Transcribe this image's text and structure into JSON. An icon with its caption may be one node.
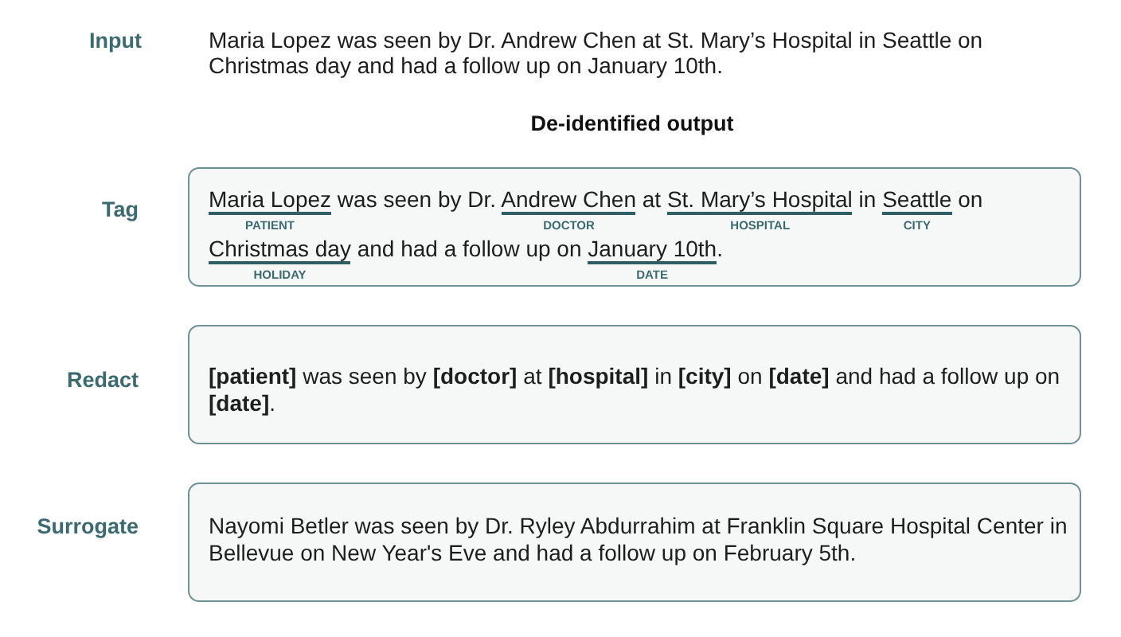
{
  "diagram": {
    "nodes": [
      {
        "text": [
          "Tag",
          "Maria Lopez was seen by Dr. Andrew Chen at St. Mary’s Hospital in Seattle on Christmas day and had a follow up on January 10th.",
          "PATIENT",
          "DOCTOR",
          "HOSPITAL",
          "CITY",
          "HOLIDAY",
          "DATE"
        ]
      },
      {
        "text": [
          "Redact",
          "**[patient]** was seen by **[doctor]** at **[hospital]** in **[city]** on **[date]** and had a follow up on **[date]**."
        ]
      },
      {
        "text": [
          "Surrogate",
          "Nayomi Betler was seen by Dr. Ryley Abdurrahim at Franklin Square Hospital Center in Bellevue on New Year's Eve and had a follow up on February 5th."
        ]
      }
    ],
    "labels": [
      "Input",
      "Maria Lopez was seen by Dr. Andrew Chen at St. Mary’s Hospital in Seattle on Christmas day and had a follow up on January 10th.",
      "De-identified output"
    ]
  }
}
